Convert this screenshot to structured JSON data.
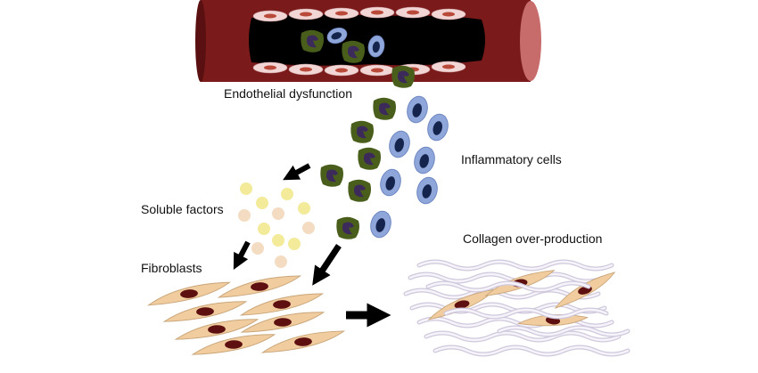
{
  "labels": {
    "endothelial": "Endothelial dysfunction",
    "inflammatory": "Inflammatory cells",
    "soluble": "Soluble factors",
    "fibroblasts": "Fibroblasts",
    "collagen": "Collagen over-production"
  },
  "colors": {
    "vessel_wall": "#7a1a1a",
    "vessel_end": "#c76b6b",
    "lumen": "#000000",
    "endothelial_cell": "#f2d6d6",
    "endothelial_nucleus": "#b94a3a",
    "monocyte": "#4a5e1c",
    "monocyte_nucleus": "#3b2a5a",
    "lymphocyte": "#8ea6da",
    "lymphocyte_nucleus": "#15244c",
    "factor_yellow": "#f3eb9a",
    "factor_peach": "#f4dcc2",
    "fibroblast": "#f0cc9e",
    "fibroblast_nucleus": "#5e1010",
    "collagen_fiber": "#d9d2e6",
    "arrow": "#000000"
  }
}
